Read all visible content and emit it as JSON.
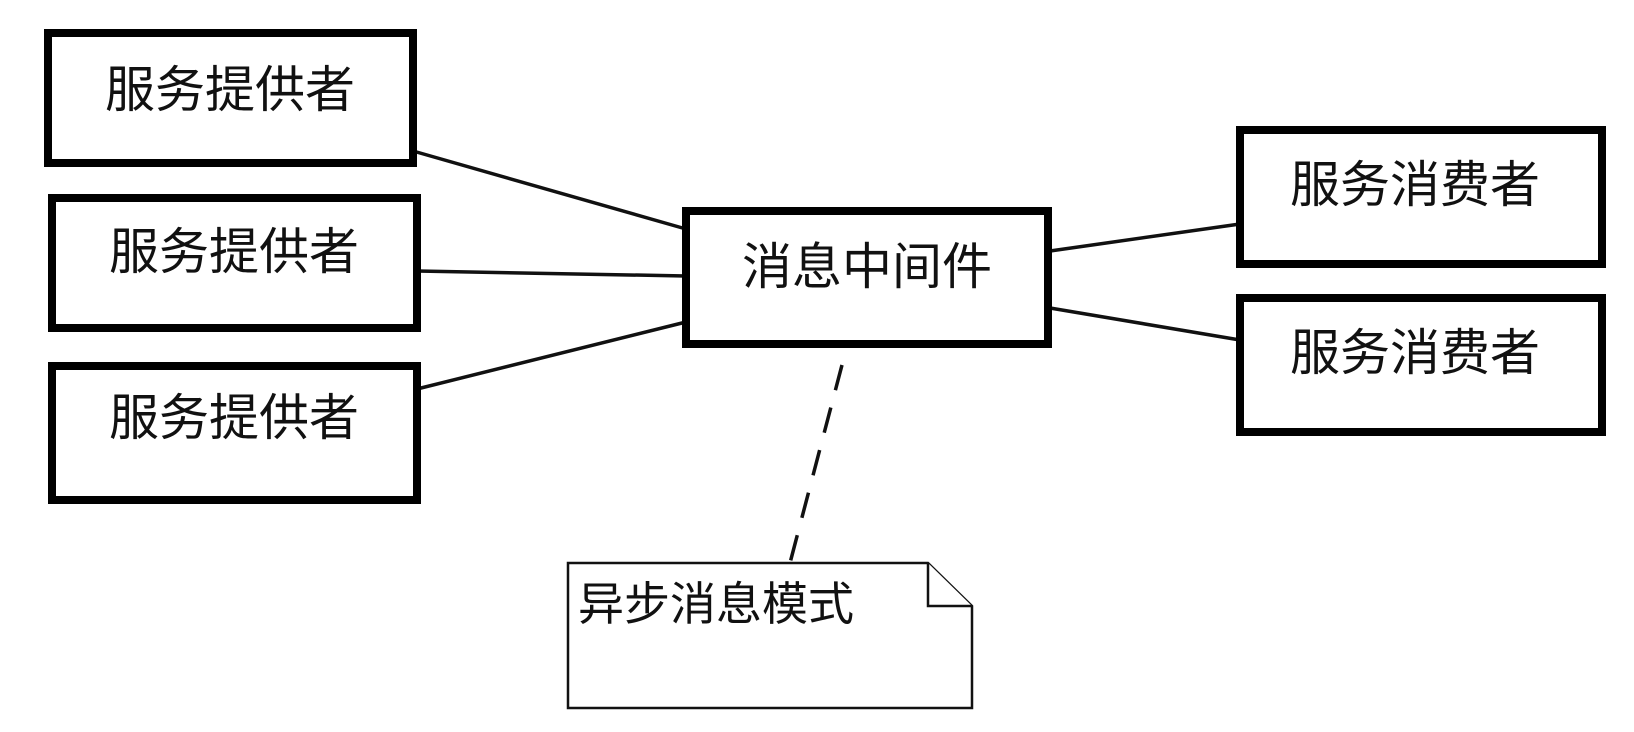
{
  "providers": [
    {
      "label": "服务提供者"
    },
    {
      "label": "服务提供者"
    },
    {
      "label": "服务提供者"
    }
  ],
  "middleware": {
    "label": "消息中间件"
  },
  "consumers": [
    {
      "label": "服务消费者"
    },
    {
      "label": "服务消费者"
    }
  ],
  "note": {
    "label": "异步消息模式"
  }
}
